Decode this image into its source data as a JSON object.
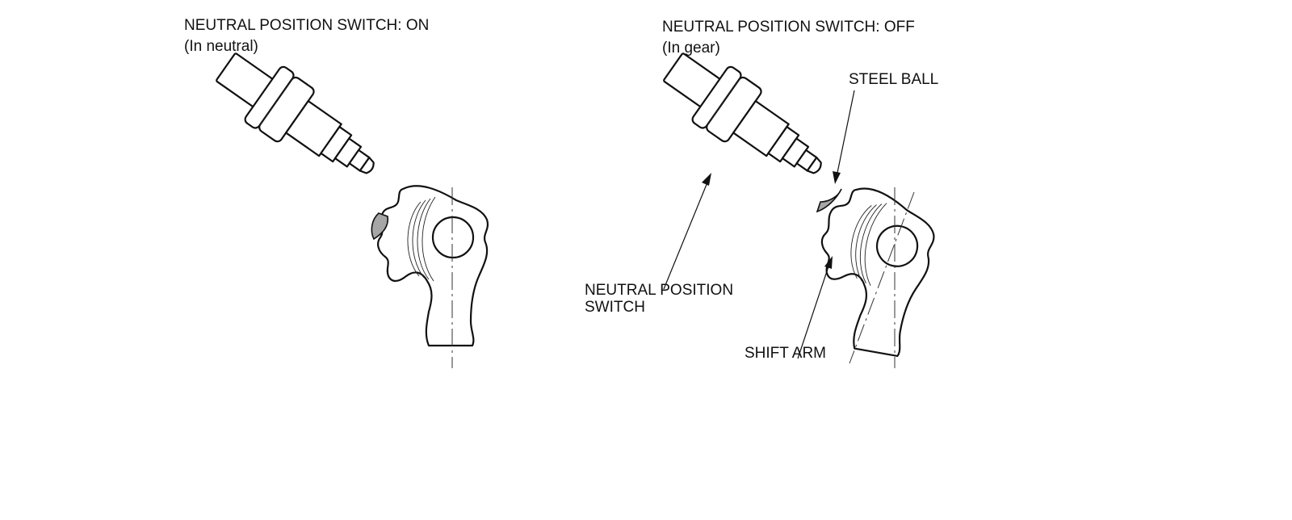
{
  "left_panel": {
    "title_line1": "NEUTRAL POSITION SWITCH: ON",
    "title_line2": "(In neutral)"
  },
  "right_panel": {
    "title_line1": "NEUTRAL POSITION SWITCH: OFF",
    "title_line2": "(In gear)",
    "callout_steel_ball": "STEEL BALL",
    "callout_switch_line1": "NEUTRAL POSITION",
    "callout_switch_line2": "SWITCH",
    "callout_shift_arm": "SHIFT ARM"
  },
  "colors": {
    "outline": "#111111",
    "steel_ball_fill": "#a6a6a6",
    "background": "#ffffff"
  }
}
